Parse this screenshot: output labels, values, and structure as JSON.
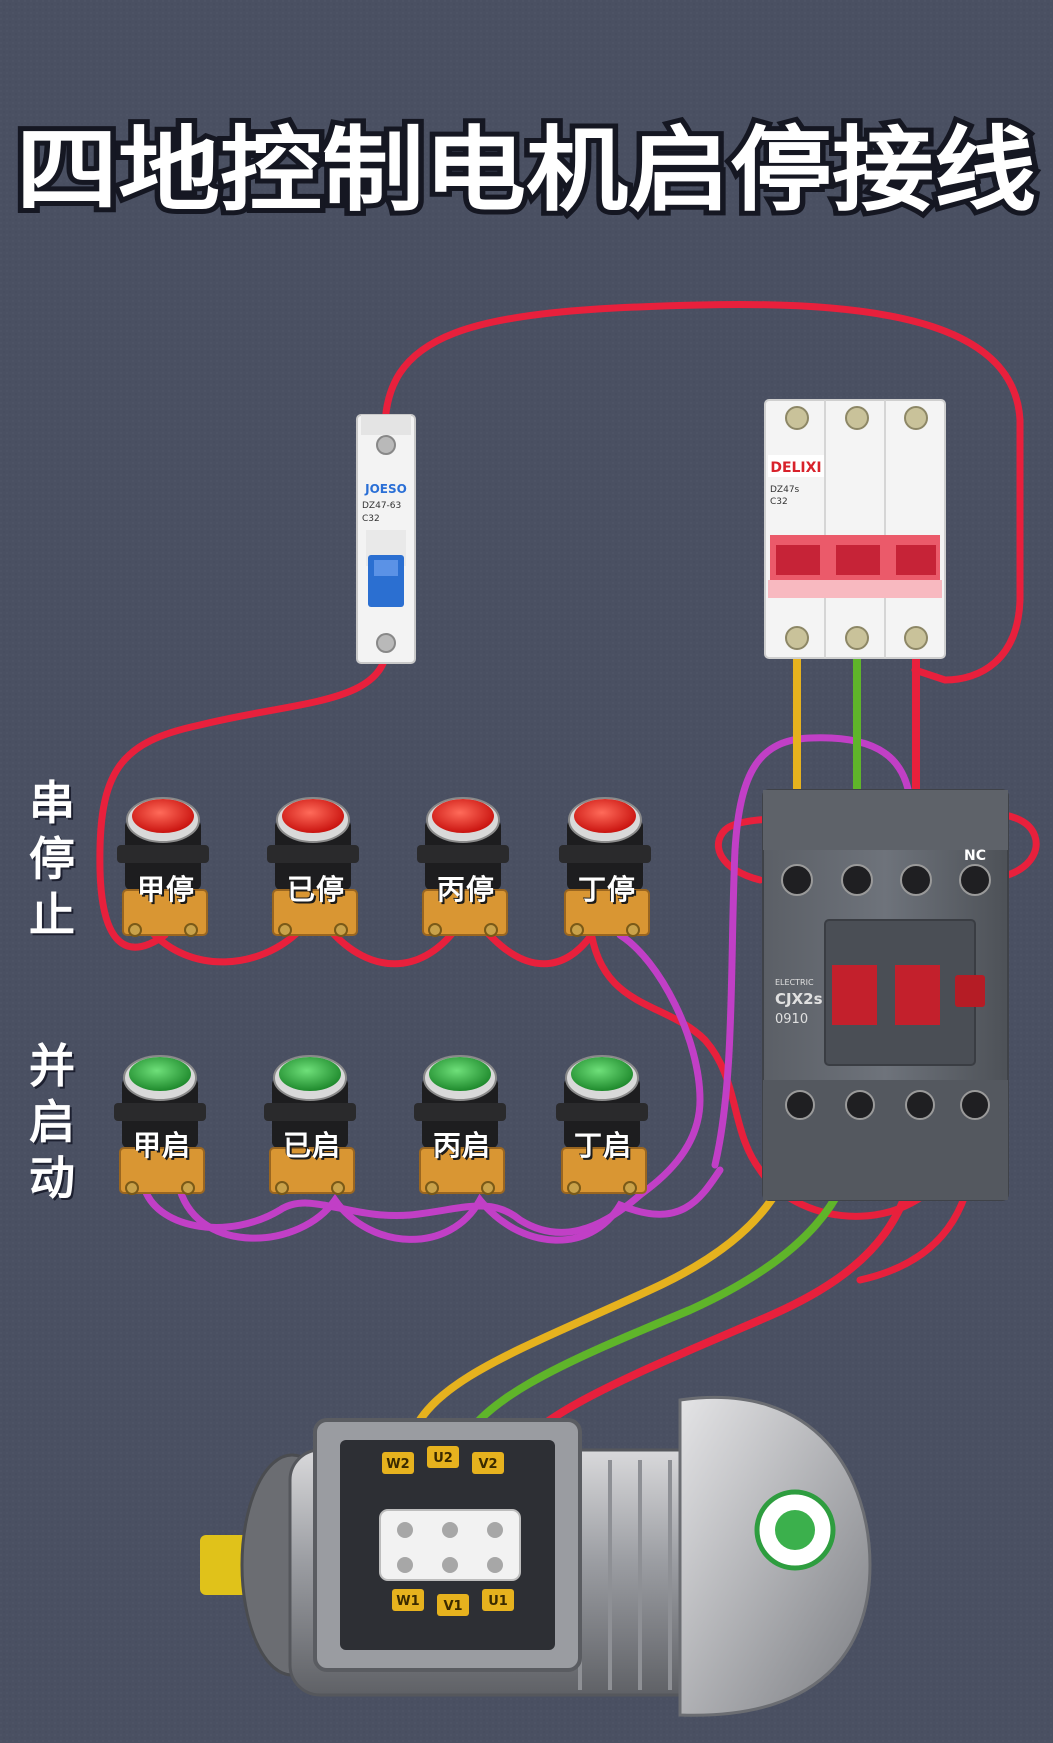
{
  "title": "四地控制电机启停接线",
  "side_labels": {
    "stop": [
      "串",
      "停",
      "止"
    ],
    "start": [
      "并",
      "启",
      "动"
    ]
  },
  "stop_buttons": [
    "甲停",
    "已停",
    "丙停",
    "丁停"
  ],
  "start_buttons": [
    "甲启",
    "已启",
    "丙启",
    "丁启"
  ],
  "breaker_single": {
    "brand": "JOESO",
    "model": "DZ47-63",
    "rating": "C32"
  },
  "breaker_triple": {
    "brand": "DELIXI",
    "model": "DZ47s",
    "rating": "C32"
  },
  "contactor": {
    "brand": "ELECTRIC",
    "model": "CJX2s",
    "code": "0910",
    "nc_label": "NC"
  },
  "motor": {
    "terminal_labels": [
      "W2",
      "U2",
      "V2",
      "W1",
      "V1",
      "U1"
    ]
  },
  "colors": {
    "background": "#4a5062",
    "wire_red": "#e8203c",
    "wire_purple": "#c13fc6",
    "wire_yellow": "#e6b21e",
    "wire_green": "#5fb52a",
    "button_red": "#e5221c",
    "button_green": "#2fae3e"
  }
}
